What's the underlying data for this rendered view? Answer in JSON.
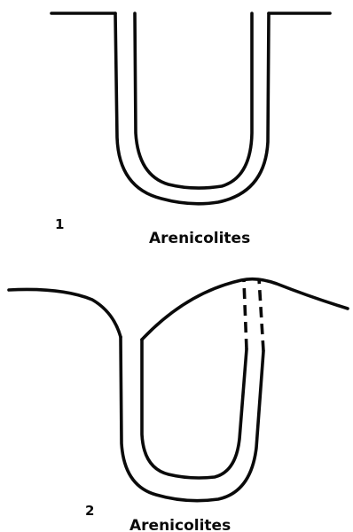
{
  "figures": [
    {
      "number": "1",
      "caption": "Arenicolites"
    },
    {
      "number": "2",
      "caption": "Arenicolites"
    }
  ]
}
